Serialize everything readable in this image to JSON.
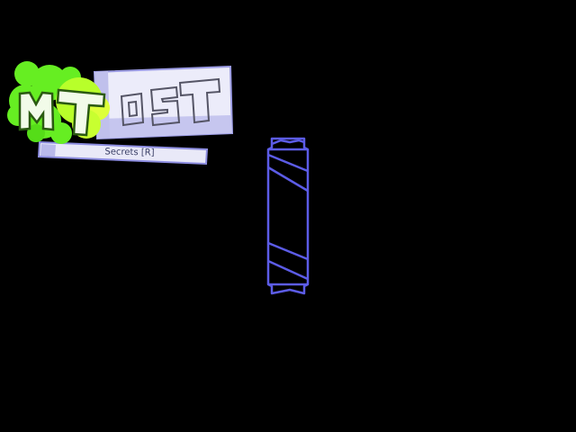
{
  "logo": {
    "mt_letters": "MT",
    "ost_letters": "OST",
    "secrets_label": "Secrets [R]"
  },
  "colors": {
    "background": "#000000",
    "blob_green": "#66ee22",
    "blob_yellow": "#ccff33",
    "panel_fill": "#e8e8f8",
    "panel_shadow": "#b7b7e6",
    "outline_blue": "#5c5ce6"
  }
}
